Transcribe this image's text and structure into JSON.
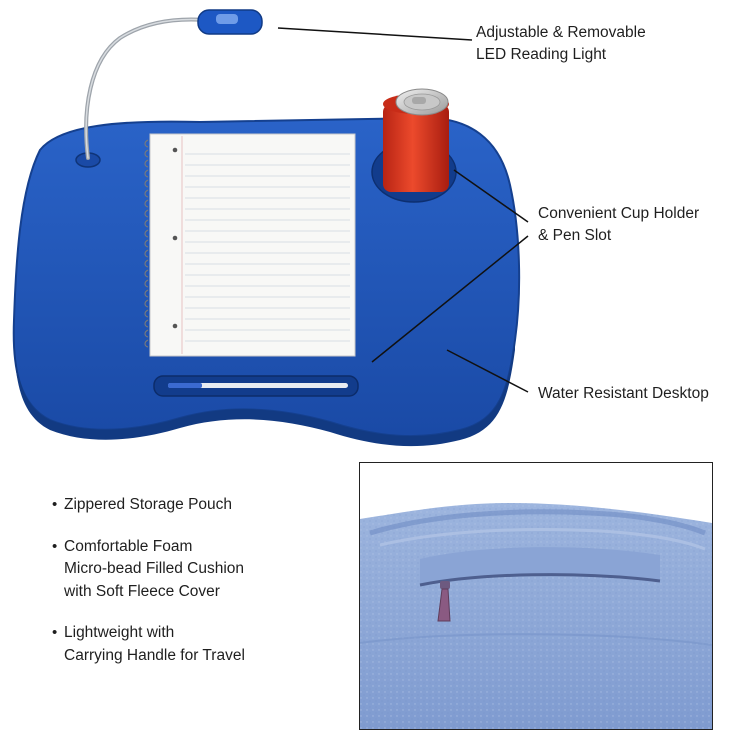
{
  "callouts": {
    "light": {
      "line1": "Adjustable & Removable",
      "line2": "LED Reading Light"
    },
    "cup": {
      "line1": "Convenient Cup Holder",
      "line2": "& Pen Slot"
    },
    "desk": {
      "line1": "Water Resistant Desktop"
    }
  },
  "features": [
    {
      "lines": [
        "Zippered Storage Pouch"
      ]
    },
    {
      "lines": [
        "Comfortable Foam",
        "Micro-bead Filled Cushion",
        "with Soft Fleece Cover"
      ]
    },
    {
      "lines": [
        "Lightweight with",
        "Carrying Handle for Travel"
      ]
    }
  ],
  "colors": {
    "tray": "#1e55b8",
    "cup": "#d8321e",
    "fleece": "#8ea9d6",
    "zipper": "#8a5a82"
  }
}
